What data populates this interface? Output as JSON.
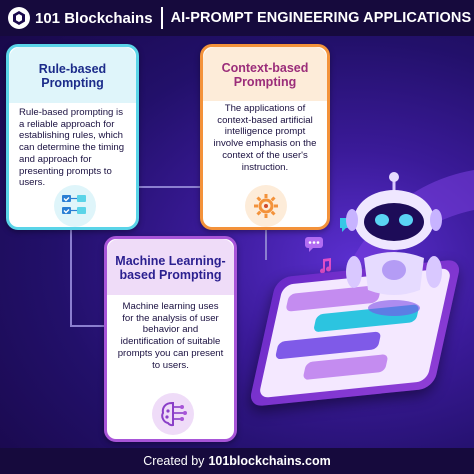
{
  "header": {
    "brand": "101 Blockchains",
    "title": "AI-PROMPT ENGINEERING APPLICATIONS"
  },
  "cards": [
    {
      "title_line1": "Rule-based",
      "title_line2": "Prompting",
      "body": "Rule-based prompting is a reliable approach for establishing rules, which can determine the timing and approach for presenting prompts to users.",
      "icon": "rules-checklist-icon"
    },
    {
      "title_line1": "Context-based",
      "title_line2": "Prompting",
      "body": "The applications of context-based artificial intelligence prompt involve emphasis on the context of the user's instruction.",
      "icon": "context-gear-icon"
    },
    {
      "title_line1": "Machine Learning-",
      "title_line2": "based Prompting",
      "body": "Machine learning uses for the analysis of user behavior and identification of suitable prompts you can present to users.",
      "icon": "ml-brain-icon"
    }
  ],
  "footer": {
    "prefix": "Created by",
    "site": "101blockchains.com"
  },
  "colors": {
    "background": "#22106a",
    "header_bg": "#160a3d",
    "rule_accent": "#5ad4e8",
    "context_accent": "#f3923a",
    "ml_accent": "#a855d8"
  }
}
